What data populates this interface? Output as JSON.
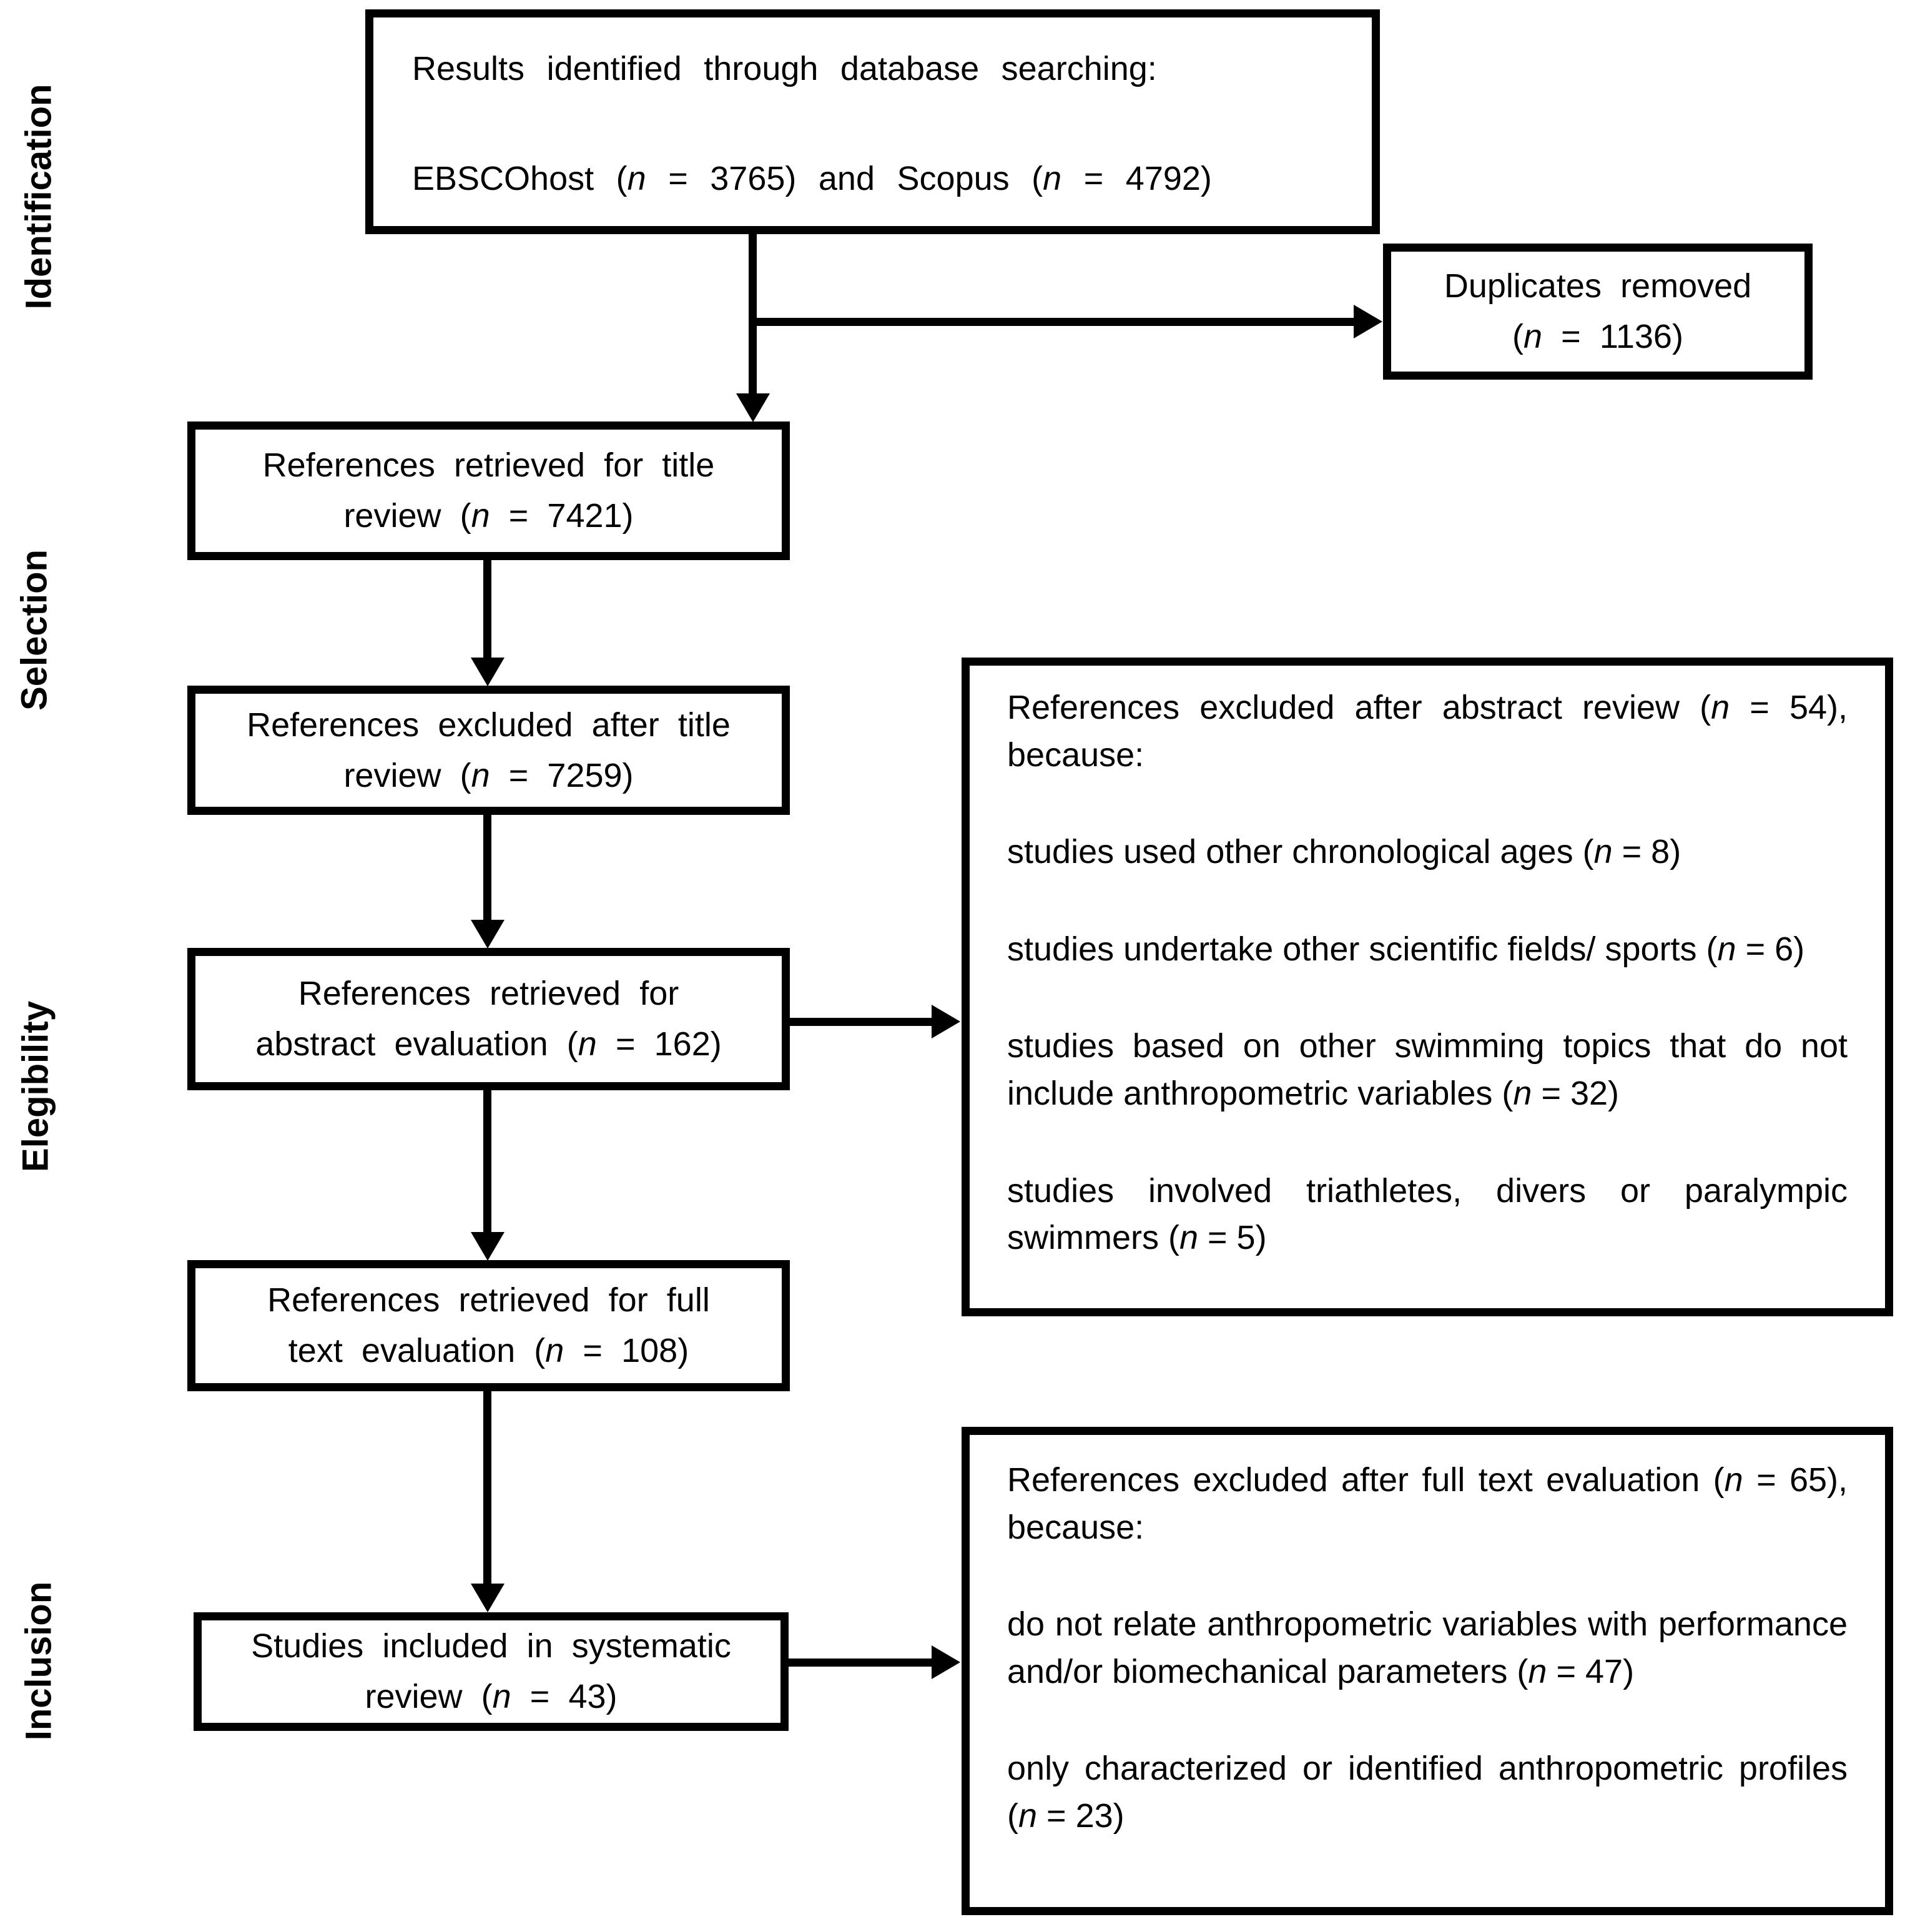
{
  "figure": {
    "type": "prisma-flow-diagram",
    "background": "#ffffff",
    "line_color": "#000000"
  },
  "stage_labels": [
    {
      "id": "identification",
      "label": "Identification"
    },
    {
      "id": "selection",
      "label": "Selection"
    },
    {
      "id": "elegibility",
      "label": "Elegibility"
    },
    {
      "id": "inclusion",
      "label": "Inclusion"
    }
  ],
  "boxes": {
    "identified": {
      "line1": "Results identified through database searching:",
      "line2": "EBSCOhost (n = 3765) and Scopus (n = 4792)"
    },
    "duplicates": {
      "line1": "Duplicates removed",
      "line2": "(n = 1136)"
    },
    "title_retrieved": {
      "text": "References retrieved for title review (n = 7421)"
    },
    "title_excluded": {
      "text": "References excluded after title review (n = 7259)"
    },
    "abstract_retrieved": {
      "text": "References retrieved for abstract evaluation (n = 162)"
    },
    "abstract_excluded": {
      "intro": "References excluded after abstract review (n = 54), because:",
      "reasons": [
        "studies used other chronological ages (n = 8)",
        "studies undertake other scientific fields/ sports (n = 6)",
        "studies based on other swimming topics that do not include anthropometric variables (n = 32)",
        "studies involved triathletes, divers or paralympic swimmers (n = 5)"
      ]
    },
    "fulltext_retrieved": {
      "text": "References retrieved for full text evaluation (n = 108)"
    },
    "fulltext_excluded": {
      "intro": "References excluded after full text evaluation (n = 65), because:",
      "reasons": [
        "do not relate anthropometric variables with performance and/or biomechanical parameters (n = 47)",
        "only characterized or identified anthropometric profiles (n = 23)"
      ]
    },
    "included": {
      "text": "Studies included in systematic review (n = 43)"
    }
  },
  "flow": [
    {
      "from": "identified",
      "to": "title_retrieved"
    },
    {
      "from": "identified",
      "to": "duplicates"
    },
    {
      "from": "title_retrieved",
      "to": "title_excluded"
    },
    {
      "from": "title_excluded",
      "to": "abstract_retrieved"
    },
    {
      "from": "abstract_retrieved",
      "to": "abstract_excluded"
    },
    {
      "from": "abstract_retrieved",
      "to": "fulltext_retrieved"
    },
    {
      "from": "fulltext_retrieved",
      "to": "included"
    },
    {
      "from": "included",
      "to": "fulltext_excluded"
    }
  ]
}
